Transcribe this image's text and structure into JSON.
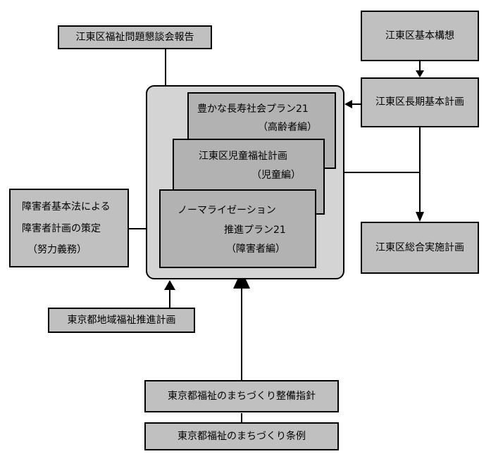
{
  "boxes": {
    "forum_report": "江東区福祉問題懇談会報告",
    "basic_concept": "江東区基本構想",
    "long_term_plan": "江東区長期基本計画",
    "elderly_plan": {
      "line1": "豊かな長寿社会プラン21",
      "line2": "（高齢者編）"
    },
    "child_plan": {
      "line1": "江東区児童福祉計画",
      "line2": "（児童編）"
    },
    "normalization_plan": {
      "line1": "ノーマライゼーション",
      "line2": "推進プラン21",
      "line3": "（障害者編）"
    },
    "disability_law": {
      "line1": "障害者基本法による",
      "line2": "障害者計画の策定",
      "line3": "（努力義務）"
    },
    "comprehensive_plan": "江東区総合実施計画",
    "tokyo_welfare_plan": "東京都地域福祉推進計画",
    "tokyo_guideline": "東京都福祉のまちづくり整備指針",
    "tokyo_ordinance": "東京都福祉のまちづくり条例"
  }
}
